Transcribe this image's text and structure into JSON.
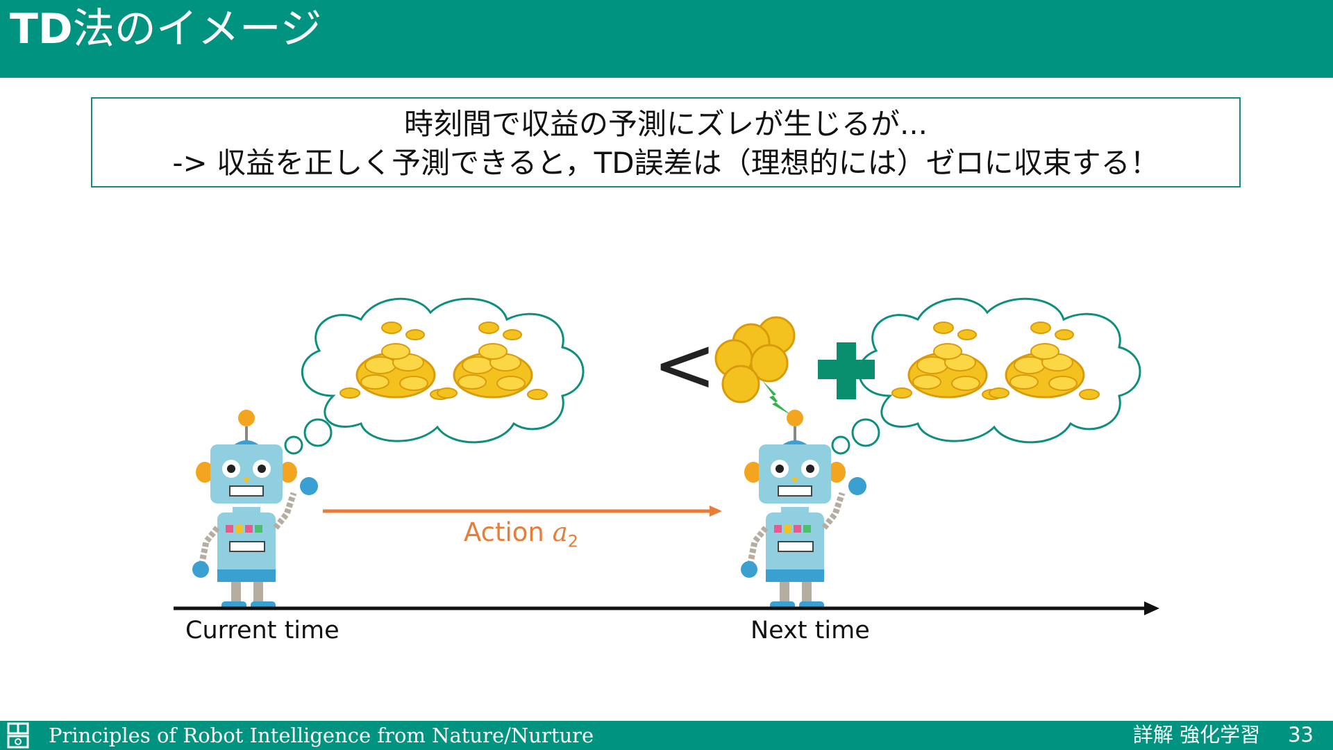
{
  "slide": {
    "title_prefix": "TD",
    "title_rest": "法のイメージ",
    "callout_line1": "時刻間で収益の予測にズレが生じるが...",
    "callout_line2": "-> 収益を正しく予測できると，TD誤差は（理想的には）ゼロに収束する！",
    "less_than": "<",
    "action_text": "Action ",
    "action_symbol": "a",
    "action_subscript": "2",
    "current_time": "Current time",
    "next_time": "Next time"
  },
  "footer": {
    "series_title": "Principles of Robot Intelligence from Nature/Nurture",
    "book": "詳解 強化学習",
    "page": "33"
  },
  "colors": {
    "header": "#009480",
    "frame": "#0e8f7e",
    "action_arrow": "#e87d37",
    "coins": "#f4c21f",
    "robot_body": "#8fcfe0",
    "plus": "#0a8f6e"
  }
}
